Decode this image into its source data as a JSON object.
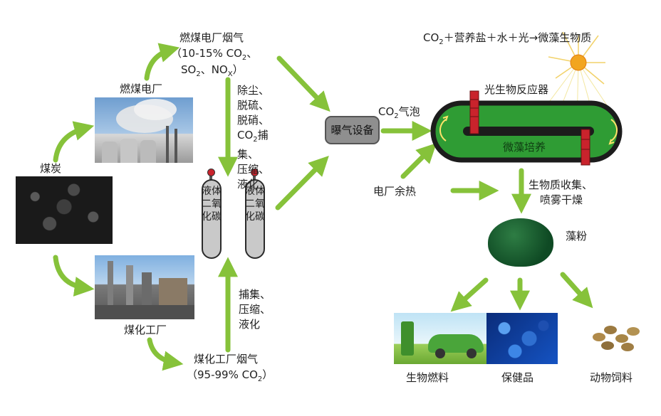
{
  "labels": {
    "coal": "煤炭",
    "coal_power_plant": "燃煤电厂",
    "coal_chem_plant": "煤化工厂",
    "power_flue_title": "燃煤电厂烟气",
    "power_flue_comp_a_pre": "（10-15% CO",
    "power_flue_comp_a_sub": "2",
    "power_flue_comp_a_post": "、",
    "power_flue_comp_b_pre": "SO",
    "power_flue_comp_b_sub": "2",
    "power_flue_comp_b_mid": "、NO",
    "power_flue_comp_b_sub2": "X",
    "power_flue_comp_b_post": "）",
    "chem_flue_title": "煤化工厂烟气",
    "chem_flue_comp_pre": "（95-99% CO",
    "chem_flue_comp_sub": "2",
    "chem_flue_comp_post": "）",
    "process_upper_1": "除尘、",
    "process_upper_2": "脱硫、",
    "process_upper_3": "脱硝、",
    "process_upper_4_pre": "CO",
    "process_upper_4_sub": "2",
    "process_upper_4_post": "捕集、",
    "process_upper_5": "压缩、",
    "process_upper_6": "液化",
    "process_lower_1": "捕集、",
    "process_lower_2": "压缩、",
    "process_lower_3": "液化",
    "tank_1": "液体二氧化碳",
    "tank_2": "液体二氧化碳",
    "aeration_device": "曝气设备",
    "co2_bubble_pre": "CO",
    "co2_bubble_sub": "2",
    "co2_bubble_post": "气泡",
    "equation_pre": "CO",
    "equation_sub": "2",
    "equation_post": "＋营养盐＋水＋光→微藻生物质",
    "photobioreactor": "光生物反应器",
    "algae_culture": "微藻培养",
    "waste_heat": "电厂余热",
    "harvest_1": "生物质收集、",
    "harvest_2": "喷雾干燥",
    "algae_powder": "藻粉",
    "product_biofuel": "生物燃料",
    "product_health": "保健品",
    "product_feed": "动物饲料"
  },
  "colors": {
    "arrow_green": "#86c23a",
    "reactor_fill": "#2f9c34",
    "reactor_border": "#1c1c1c",
    "sun": "#f2a51f"
  },
  "icons": {
    "sun": "sun-icon",
    "fuel_pump": "fuel-pump-icon",
    "car": "car-icon"
  }
}
